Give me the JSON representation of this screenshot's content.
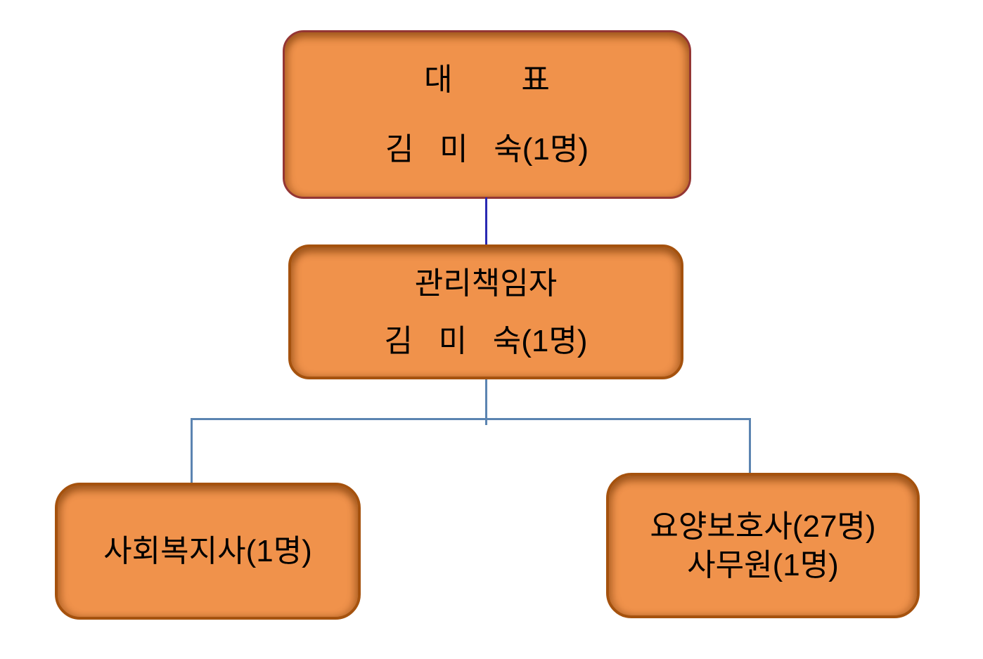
{
  "page_bg": "#FFFFFF",
  "colors": {
    "page_bg": "#FFFFFF",
    "box_fill": "#F0924B",
    "top_border": "#943634",
    "node_border": "#A5520E",
    "connector_dark": "#2929B2",
    "connector_light": "#5B84B1",
    "text_color": "#000000"
  },
  "chart_data": {
    "type": "org-chart",
    "title": "",
    "nodes": [
      {
        "id": "ceo",
        "role": "대표",
        "person": "김미숙",
        "count": 1,
        "parent": null
      },
      {
        "id": "manager",
        "role": "관리책임자",
        "person": "김미숙",
        "count": 1,
        "parent": "ceo"
      },
      {
        "id": "social",
        "role": "사회복지사",
        "count": 1,
        "parent": "manager"
      },
      {
        "id": "care",
        "role": "요양보호사/사무원",
        "counts": {
          "요양보호사": 27,
          "사무원": 1
        },
        "parent": "manager"
      }
    ]
  },
  "org": {
    "nodes": {
      "ceo": {
        "title": "대        표",
        "name": "김   미   숙(1명)"
      },
      "manager": {
        "title": "관리책임자",
        "name": "김   미   숙(1명)"
      },
      "social": {
        "label": "사회복지사(1명)"
      },
      "care": {
        "line1": "요양보호사(27명)",
        "line2": "사무원(1명)"
      }
    }
  }
}
